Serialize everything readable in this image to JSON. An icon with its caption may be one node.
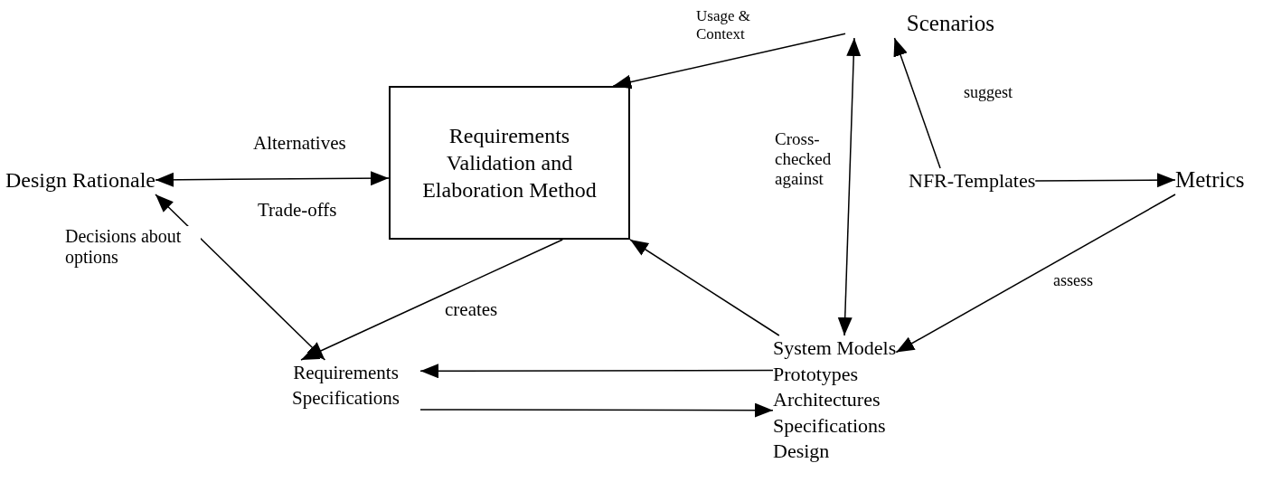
{
  "diagram": {
    "nodes": [
      {
        "text": [
          "Scenarios"
        ]
      },
      {
        "text": [
          "Requirements Validation and Elaboration Method"
        ]
      },
      {
        "text": [
          "Design Rationale"
        ]
      },
      {
        "text": [
          "NFR-Templates"
        ]
      },
      {
        "text": [
          "Metrics"
        ]
      },
      {
        "text": [
          "Requirements Specifications"
        ]
      },
      {
        "text": [
          "System Models",
          "Prototypes",
          "Architectures",
          "Specifications",
          "Design"
        ]
      }
    ],
    "edges": [
      {
        "from": 0,
        "to": 1,
        "arrow": "to",
        "label": "Usage & Context"
      },
      {
        "from": 2,
        "to": 1,
        "arrow": "both",
        "label": "Alternatives"
      },
      {
        "from": 2,
        "to": 5,
        "arrow": "both",
        "label": "Decisions about options"
      },
      {
        "from": 1,
        "to": 5,
        "arrow": "to",
        "label": "creates"
      },
      {
        "from": 0,
        "to": 6,
        "arrow": "both",
        "label": "Cross-checked against"
      },
      {
        "from": 3,
        "to": 0,
        "arrow": "to",
        "label": "suggest"
      },
      {
        "from": 3,
        "to": 4,
        "arrow": "to"
      },
      {
        "from": 4,
        "to": 6,
        "arrow": "to",
        "label": "assess"
      },
      {
        "from": 6,
        "to": 1,
        "arrow": "to"
      },
      {
        "from": 6,
        "to": 5,
        "arrow": "to"
      },
      {
        "from": 5,
        "to": 6,
        "arrow": "to"
      }
    ],
    "labels": [
      "Trade-offs"
    ]
  }
}
